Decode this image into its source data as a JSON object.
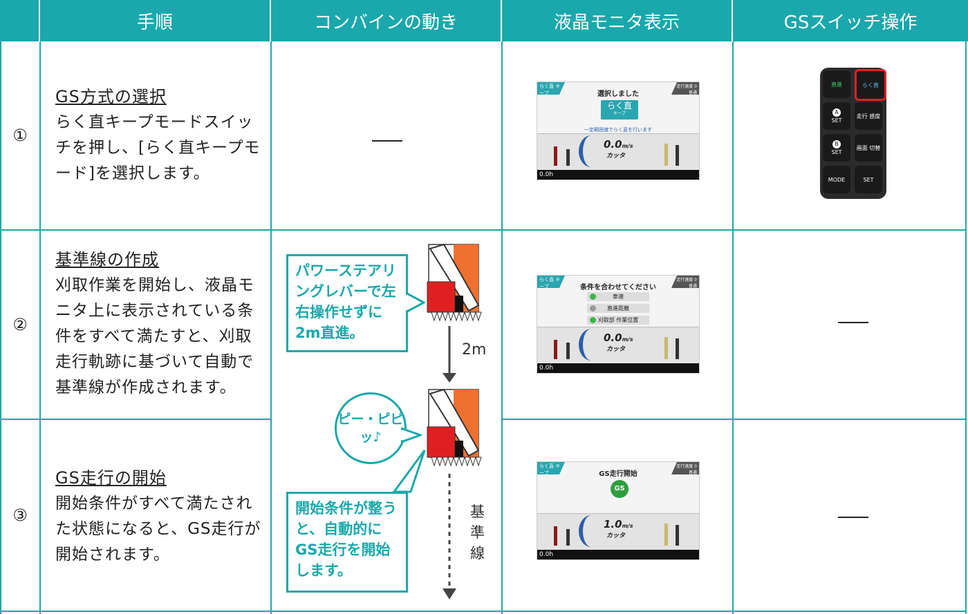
{
  "headers": [
    "手順",
    "コンバインの動き",
    "液晶モニタ表示",
    "GSスイッチ操作"
  ],
  "rows": [
    {
      "num": "①",
      "step_title": "GS方式の選択",
      "step_text": "らく直キープモードスイッチを押し、[らく直キープモード]を選択します。"
    },
    {
      "num": "②",
      "step_title": "基準線の作成",
      "step_text": "刈取作業を開始し、液晶モニタ上に表示されている条件をすべて満たすと、刈取走行軌跡に基づいて自動で基準線が作成されます。"
    },
    {
      "num": "③",
      "step_title": "GS走行の開始",
      "step_text": "開始条件がすべて満たされた状態になると、GS走行が開始されます。"
    }
  ],
  "dash": "—",
  "motion": {
    "callout1": "パワーステアリングレバーで左右操作せずに2m直進。",
    "distance": "2m",
    "bubble": "ピー・ピピッ♪",
    "callout2": "開始条件が整うと、自動的にGS走行を開始します。",
    "guide_label": "基準線"
  },
  "lcd1": {
    "tag": "らく直 キープ",
    "tagr": "走行速度 0 普通",
    "title": "選択しました",
    "button": "らく直",
    "button_sub": "キープ",
    "note": "一定範囲速でらく直を行います",
    "speed": "0.0",
    "unit": "m/s",
    "cutter": "カッタ",
    "hours": "0.0h"
  },
  "lcd2": {
    "tag": "らく直 キープ",
    "tagr": "走行速度 0 普通",
    "title": "条件を合わせてください",
    "conditions": [
      "車速",
      "直進距離",
      "刈取部 作業位置"
    ],
    "speed": "0.0",
    "unit": "m/s",
    "cutter": "カッタ",
    "hours": "0.0h"
  },
  "lcd3": {
    "tag": "らく直 キープ",
    "tagr": "走行速度 0 普通",
    "title": "GS走行開始",
    "speed": "1.0",
    "unit": "m/s",
    "cutter": "カッタ",
    "hours": "0.0h"
  },
  "switch": {
    "k1": "直進",
    "k2": "らく直",
    "k3": "SET",
    "k4": "走行 感度",
    "k5": "SET",
    "k6": "画面 切替",
    "k7": "MODE",
    "k8": "SET",
    "k3i": "A",
    "k5i": "B"
  },
  "colors": {
    "accent": "#1aa8ac",
    "red": "#e02020",
    "orange": "#f07030"
  }
}
